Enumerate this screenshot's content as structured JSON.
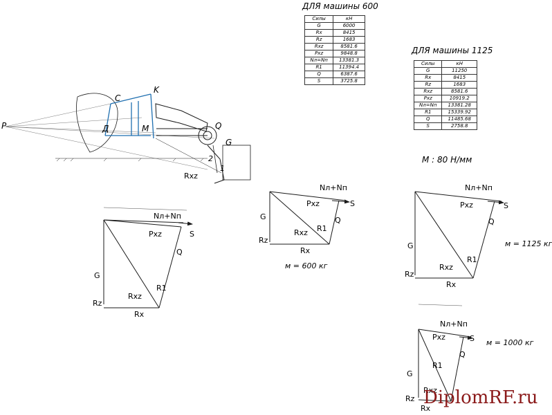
{
  "tables": {
    "m600": {
      "title": "ДЛЯ машины 600",
      "headers": [
        "Силы",
        "кН"
      ],
      "rows": [
        [
          "G",
          "6000"
        ],
        [
          "Rx",
          "8415"
        ],
        [
          "Rz",
          "1683"
        ],
        [
          "Rxz",
          "8581.6"
        ],
        [
          "Pxz",
          "9848.8"
        ],
        [
          "Nл=Nп",
          "13381.3"
        ],
        [
          "R1",
          "11394.4"
        ],
        [
          "Q",
          "6387.6"
        ],
        [
          "S",
          "3725.8"
        ]
      ]
    },
    "m1125": {
      "title": "ДЛЯ машины 1125",
      "headers": [
        "Силы",
        "кН"
      ],
      "rows": [
        [
          "G",
          "11250"
        ],
        [
          "Rx",
          "8415"
        ],
        [
          "Rz",
          "1683"
        ],
        [
          "Rxz",
          "8581.6"
        ],
        [
          "Pxz",
          "10919.2"
        ],
        [
          "Nл=Nп",
          "13381.28"
        ],
        [
          "R1",
          "15339.92"
        ],
        [
          "Q",
          "11485.68"
        ],
        [
          "S",
          "2758.8"
        ]
      ]
    }
  },
  "scale": "М : 80 Н/мм",
  "mechanism": {
    "labels": [
      "P",
      "C",
      "K",
      "Д",
      "M",
      "Q",
      "G",
      "2",
      "1",
      "Rxz"
    ]
  },
  "polygons": [
    {
      "id": "main",
      "labels": {
        "nn": "Nл+Nп",
        "pxz": "Pxz",
        "s": "S",
        "q": "Q",
        "g": "G",
        "rxz": "Rxz",
        "r1": "R1",
        "rz": "Rz",
        "rx": "Rx"
      },
      "caption": ""
    },
    {
      "id": "p600",
      "labels": {
        "nn": "Nл+Nп",
        "pxz": "Pxz",
        "s": "S",
        "q": "Q",
        "g": "G",
        "rxz": "Rxz",
        "r1": "R1",
        "rz": "Rz",
        "rx": "Rx"
      },
      "caption": "м = 600 кг"
    },
    {
      "id": "p1125",
      "labels": {
        "nn": "Nл+Nп",
        "pxz": "Pxz",
        "s": "S",
        "q": "Q",
        "g": "G",
        "rxz": "Rxz",
        "r1": "R1",
        "rz": "Rz",
        "rx": "Rx"
      },
      "caption": "м = 1125 кг"
    },
    {
      "id": "p1000",
      "labels": {
        "nn": "Nл+Nп",
        "pxz": "Pxz",
        "s": "S",
        "q": "Q",
        "g": "G",
        "rxz": "Rxz",
        "r1": "R1",
        "rz": "Rz",
        "rx": "Rx"
      },
      "caption": "м = 1000 кг"
    }
  ],
  "watermark": "DiplomRF.ru",
  "colors": {
    "line": "#1a1a1a",
    "mechanism": "#1f6fb0",
    "watermark": "#8b1a1a"
  }
}
